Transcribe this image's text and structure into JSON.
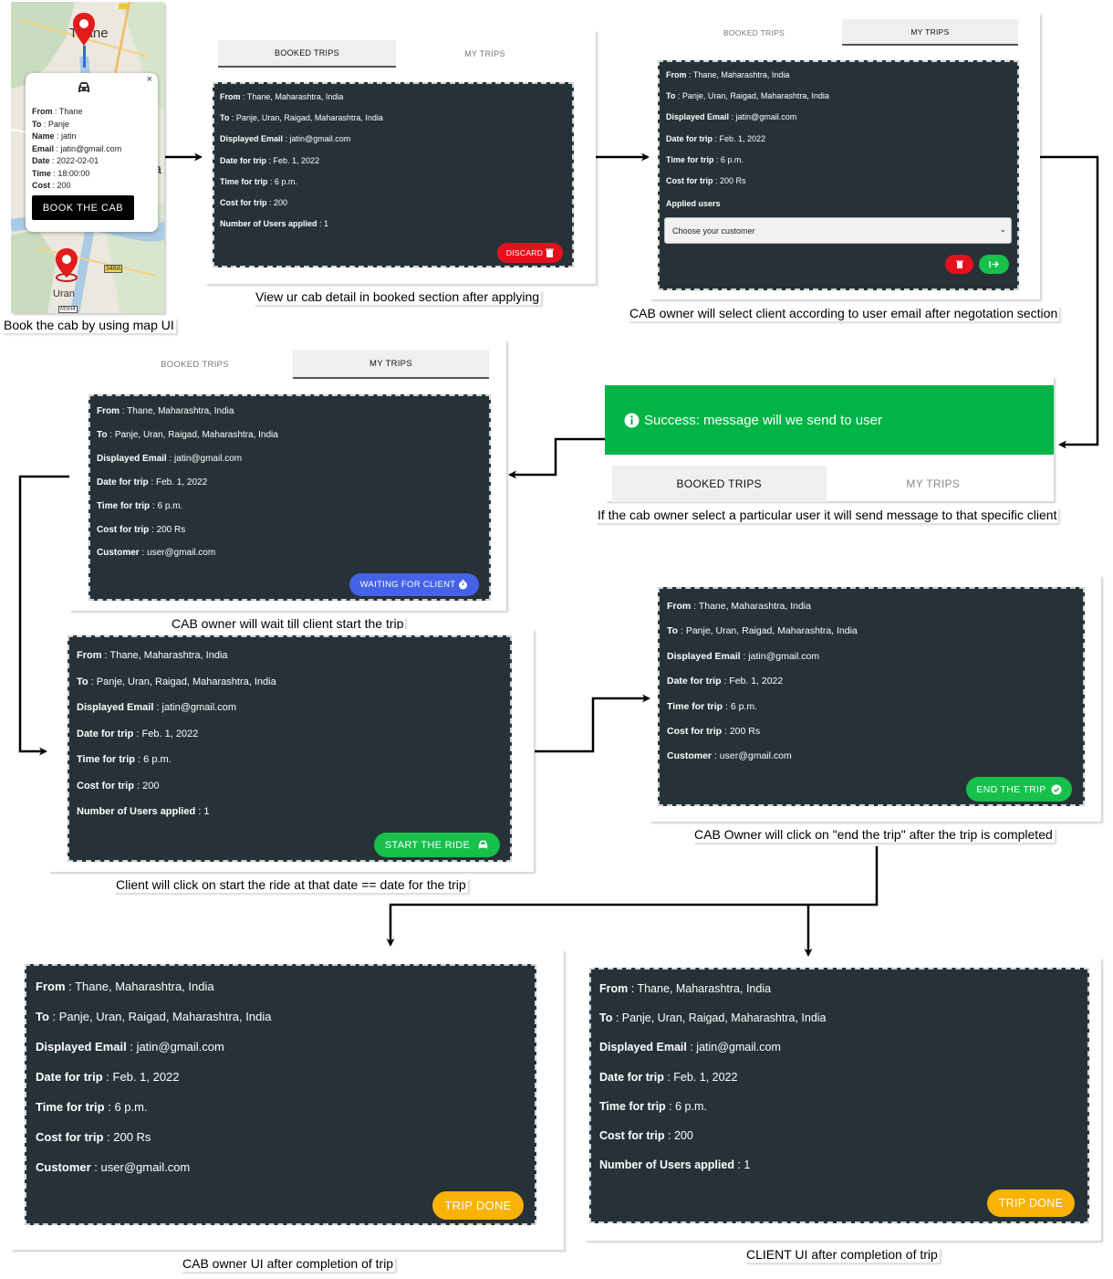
{
  "colors": {
    "card_bg": "#263238",
    "discard": "#e8101c",
    "green": "#16c04a",
    "blue": "#4662e8",
    "yellow": "#f9b208",
    "success_banner": "#00b446"
  },
  "map": {
    "place_labels": [
      "Thane",
      "nba",
      "Uran",
      "348A",
      "MSH4"
    ],
    "popup": {
      "icon": "car-icon",
      "close": "×",
      "fields": [
        {
          "label": "From",
          "value": "Thane"
        },
        {
          "label": "To",
          "value": "Panje"
        },
        {
          "label": "Name",
          "value": "jatin"
        },
        {
          "label": "Email",
          "value": "jatin@gmail.com"
        },
        {
          "label": "Date",
          "value": "2022-02-01"
        },
        {
          "label": "Time",
          "value": "18:00:00"
        },
        {
          "label": "Cost",
          "value": "200"
        }
      ],
      "button": "BOOK THE CAB"
    },
    "caption": "Book the cab by using map UI"
  },
  "step2": {
    "tabs": [
      "BOOKED TRIPS",
      "MY TRIPS"
    ],
    "fields": [
      {
        "label": "From",
        "value": "Thane, Maharashtra, India"
      },
      {
        "label": "To",
        "value": "Panje, Uran, Raigad, Maharashtra, India"
      },
      {
        "label": "Displayed Email",
        "value": "jatin@gmail.com"
      },
      {
        "label": "Date for trip",
        "value": "Feb. 1, 2022"
      },
      {
        "label": "Time for trip",
        "value": "6 p.m."
      },
      {
        "label": "Cost for trip",
        "value": "200"
      },
      {
        "label": "Number of Users applied",
        "value": "1"
      }
    ],
    "button": "DISCARD",
    "caption": "View ur cab detail in booked section after applying"
  },
  "step3": {
    "tabs": [
      "BOOKED TRIPS",
      "MY TRIPS"
    ],
    "fields": [
      {
        "label": "From",
        "value": "Thane, Maharashtra, India"
      },
      {
        "label": "To",
        "value": "Panje, Uran, Raigad, Maharashtra, India"
      },
      {
        "label": "Displayed Email",
        "value": "jatin@gmail.com"
      },
      {
        "label": "Date for trip",
        "value": "Feb. 1, 2022"
      },
      {
        "label": "Time for trip",
        "value": "6 p.m."
      },
      {
        "label": "Cost for trip",
        "value": "200 Rs"
      }
    ],
    "applied_label": "Applied users",
    "select_value": "Choose your customer",
    "caption": "CAB owner will select client according to user email after negotation section"
  },
  "step4": {
    "banner": "Success: message will we send to user",
    "tabs": [
      "BOOKED TRIPS",
      "MY TRIPS"
    ],
    "caption": "If the cab owner select a particular user it will send message to that specific client"
  },
  "step5": {
    "tabs": [
      "BOOKED TRIPS",
      "MY TRIPS"
    ],
    "fields": [
      {
        "label": "From",
        "value": "Thane, Maharashtra, India"
      },
      {
        "label": "To",
        "value": "Panje, Uran, Raigad, Maharashtra, India"
      },
      {
        "label": "Displayed Email",
        "value": "jatin@gmail.com"
      },
      {
        "label": "Date for trip",
        "value": "Feb. 1, 2022"
      },
      {
        "label": "Time for trip",
        "value": "6 p.m."
      },
      {
        "label": "Cost for trip",
        "value": "200 Rs"
      },
      {
        "label": "Customer",
        "value": "user@gmail.com"
      }
    ],
    "button": "WAITING FOR CLIENT",
    "caption": "CAB owner will wait till client start the trip"
  },
  "step6": {
    "fields": [
      {
        "label": "From",
        "value": "Thane, Maharashtra, India"
      },
      {
        "label": "To",
        "value": "Panje, Uran, Raigad, Maharashtra, India"
      },
      {
        "label": "Displayed Email",
        "value": "jatin@gmail.com"
      },
      {
        "label": "Date for trip",
        "value": "Feb. 1, 2022"
      },
      {
        "label": "Time for trip",
        "value": "6 p.m."
      },
      {
        "label": "Cost for trip",
        "value": "200"
      },
      {
        "label": "Number of Users applied",
        "value": "1"
      }
    ],
    "button": "START THE RIDE",
    "caption": "Client will click on start the ride at that date == date for the trip"
  },
  "step7": {
    "fields": [
      {
        "label": "From",
        "value": "Thane, Maharashtra, India"
      },
      {
        "label": "To",
        "value": "Panje, Uran, Raigad, Maharashtra, India"
      },
      {
        "label": "Displayed Email",
        "value": "jatin@gmail.com"
      },
      {
        "label": "Date for trip",
        "value": "Feb. 1, 2022"
      },
      {
        "label": "Time for trip",
        "value": "6 p.m."
      },
      {
        "label": "Cost for trip",
        "value": "200 Rs"
      },
      {
        "label": "Customer",
        "value": "user@gmail.com"
      }
    ],
    "button": "END THE TRIP",
    "caption": "CAB Owner will click on \"end the trip\" after the trip is completed"
  },
  "step8_owner": {
    "fields": [
      {
        "label": "From",
        "value": "Thane, Maharashtra, India"
      },
      {
        "label": "To",
        "value": "Panje, Uran, Raigad, Maharashtra, India"
      },
      {
        "label": "Displayed Email",
        "value": "jatin@gmail.com"
      },
      {
        "label": "Date for trip",
        "value": "Feb. 1, 2022"
      },
      {
        "label": "Time for trip",
        "value": "6 p.m."
      },
      {
        "label": "Cost for trip",
        "value": "200 Rs"
      },
      {
        "label": "Customer",
        "value": "user@gmail.com"
      }
    ],
    "button": "TRIP DONE",
    "caption": "CAB owner UI after completion of trip"
  },
  "step8_client": {
    "fields": [
      {
        "label": "From",
        "value": "Thane, Maharashtra, India"
      },
      {
        "label": "To",
        "value": "Panje, Uran, Raigad, Maharashtra, India"
      },
      {
        "label": "Displayed Email",
        "value": "jatin@gmail.com"
      },
      {
        "label": "Date for trip",
        "value": "Feb. 1, 2022"
      },
      {
        "label": "Time for trip",
        "value": "6 p.m."
      },
      {
        "label": "Cost for trip",
        "value": "200"
      },
      {
        "label": "Number of Users applied",
        "value": "1"
      }
    ],
    "button": "TRIP DONE",
    "caption": "CLIENT UI after completion of trip"
  }
}
